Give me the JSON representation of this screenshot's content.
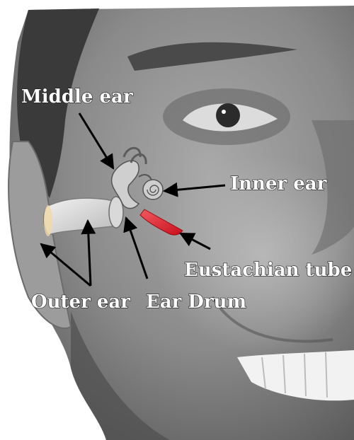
{
  "labels": {
    "middle_ear": "Middle ear",
    "inner_ear": "Inner ear",
    "eustachian_tube": "Eustachian tube",
    "outer_ear": "Outer ear",
    "ear_drum": "Ear Drum"
  },
  "colors": {
    "label_fill": "#ffffff",
    "label_outline": "#1a1a1a",
    "arrow": "#000000",
    "eustachian_tube": "#e8323c",
    "photo_tone": "grayscale"
  },
  "icons": {
    "face": "face-photo",
    "ear_anatomy": "ear-anatomy-illustration"
  }
}
